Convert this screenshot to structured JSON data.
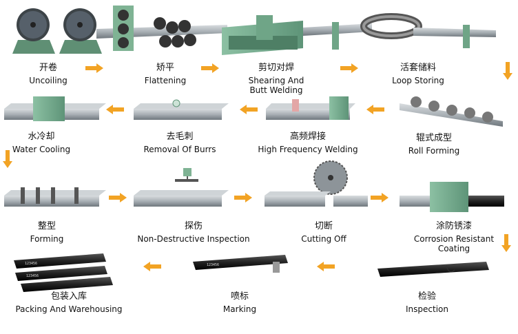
{
  "steps": [
    {
      "zh": "开卷",
      "en": "Uncoiling"
    },
    {
      "zh": "矫平",
      "en": "Flattening"
    },
    {
      "zh": "剪切对焊",
      "en": "Shearing And Butt Welding"
    },
    {
      "zh": "活套储料",
      "en": "Loop Storing"
    },
    {
      "zh": "辊式成型",
      "en": "Roll Forming"
    },
    {
      "zh": "高频焊接",
      "en": "High Frequency Welding"
    },
    {
      "zh": "去毛刺",
      "en": "Removal Of Burrs"
    },
    {
      "zh": "水冷却",
      "en": "Water Cooling"
    },
    {
      "zh": "整型",
      "en": "Forming"
    },
    {
      "zh": "探伤",
      "en": "Non-Destructive Inspection"
    },
    {
      "zh": "切断",
      "en": "Cutting Off"
    },
    {
      "zh": "涂防锈漆",
      "en": "Corrosion Resistant Coating"
    },
    {
      "zh": "检验",
      "en": "Inspection"
    },
    {
      "zh": "喷标",
      "en": "Marking"
    },
    {
      "zh": "包装入库",
      "en": "Packing And Warehousing"
    }
  ],
  "pipe_marking": "123456",
  "colors": {
    "arrow": "#f2a324",
    "machine": "#6fa587",
    "steel": "#9aa2a8"
  }
}
